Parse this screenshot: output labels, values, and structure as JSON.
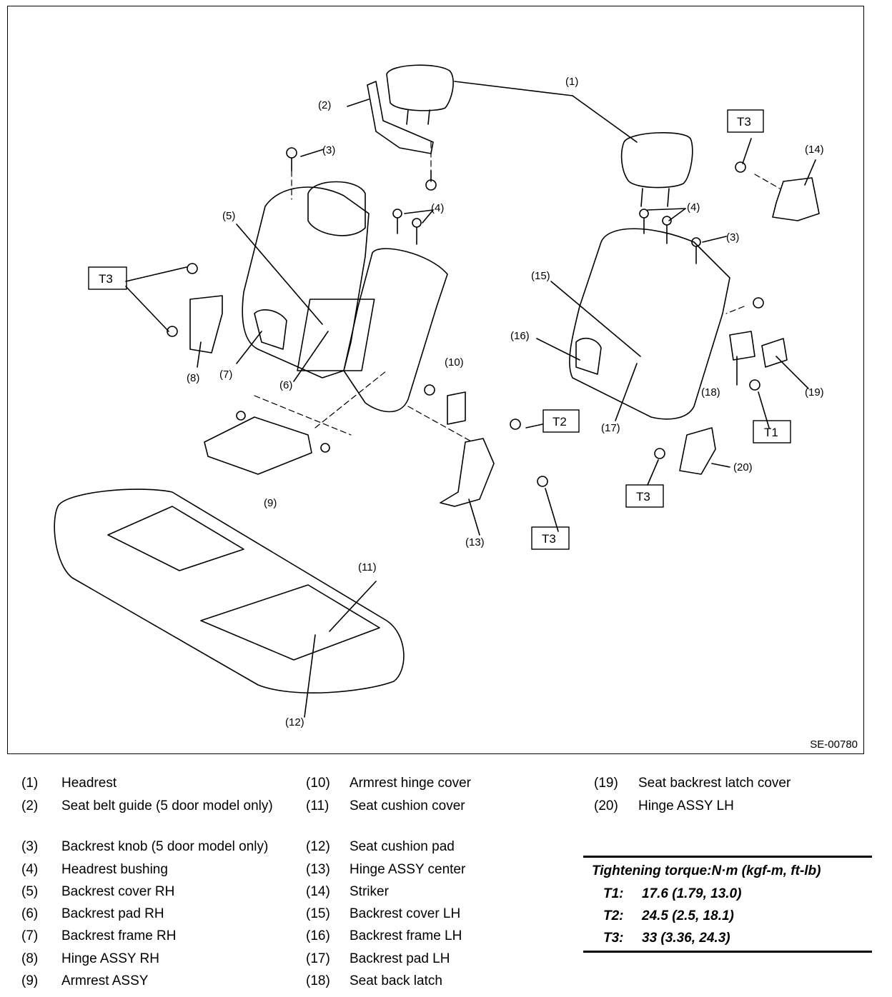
{
  "diagram": {
    "reference_code": "SE-00780",
    "callouts": [
      "(1)",
      "(2)",
      "(3)",
      "(4)",
      "(5)",
      "(6)",
      "(7)",
      "(8)",
      "(9)",
      "(10)",
      "(11)",
      "(12)",
      "(13)",
      "(14)",
      "(15)",
      "(16)",
      "(17)",
      "(18)",
      "(19)",
      "(20)"
    ],
    "torque_tags": [
      "T1",
      "T2",
      "T3"
    ]
  },
  "legend": [
    {
      "num": "(1)",
      "text": "Headrest"
    },
    {
      "num": "(2)",
      "text": "Seat belt guide (5 door model only)"
    },
    {
      "num": "(3)",
      "text": "Backrest knob (5 door model only)"
    },
    {
      "num": "(4)",
      "text": "Headrest bushing"
    },
    {
      "num": "(5)",
      "text": "Backrest cover RH"
    },
    {
      "num": "(6)",
      "text": "Backrest pad RH"
    },
    {
      "num": "(7)",
      "text": "Backrest frame RH"
    },
    {
      "num": "(8)",
      "text": "Hinge ASSY RH"
    },
    {
      "num": "(9)",
      "text": "Armrest ASSY"
    },
    {
      "num": "(10)",
      "text": "Armrest hinge cover"
    },
    {
      "num": "(11)",
      "text": "Seat cushion cover"
    },
    {
      "num": "(12)",
      "text": "Seat cushion pad"
    },
    {
      "num": "(13)",
      "text": "Hinge ASSY center"
    },
    {
      "num": "(14)",
      "text": "Striker"
    },
    {
      "num": "(15)",
      "text": "Backrest cover LH"
    },
    {
      "num": "(16)",
      "text": "Backrest frame LH"
    },
    {
      "num": "(17)",
      "text": "Backrest pad LH"
    },
    {
      "num": "(18)",
      "text": "Seat back latch"
    },
    {
      "num": "(19)",
      "text": "Seat backrest latch cover"
    },
    {
      "num": "(20)",
      "text": "Hinge ASSY LH"
    }
  ],
  "torque": {
    "title": "Tightening torque:N·m (kgf-m, ft-lb)",
    "rows": [
      {
        "key": "T1:",
        "value": "17.6 (1.79, 13.0)"
      },
      {
        "key": "T2:",
        "value": "24.5 (2.5, 18.1)"
      },
      {
        "key": "T3:",
        "value": "33 (3.36, 24.3)"
      }
    ]
  }
}
